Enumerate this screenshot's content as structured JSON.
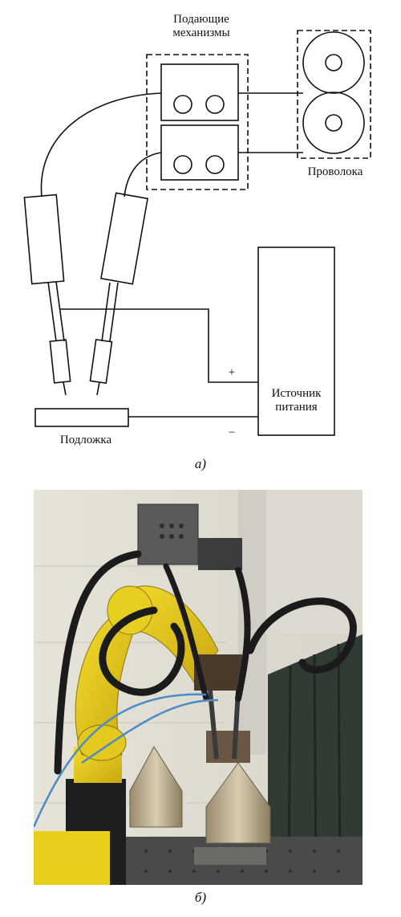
{
  "diagram": {
    "feeder_label_line1": "Подающие",
    "feeder_label_line2": "механизмы",
    "wire_label": "Проволока",
    "power_label_line1": "Источник",
    "power_label_line2": "питания",
    "substrate_label": "Подложка",
    "plus_sign": "+",
    "minus_sign": "−",
    "caption": "а)"
  },
  "photo": {
    "caption": "б)"
  }
}
